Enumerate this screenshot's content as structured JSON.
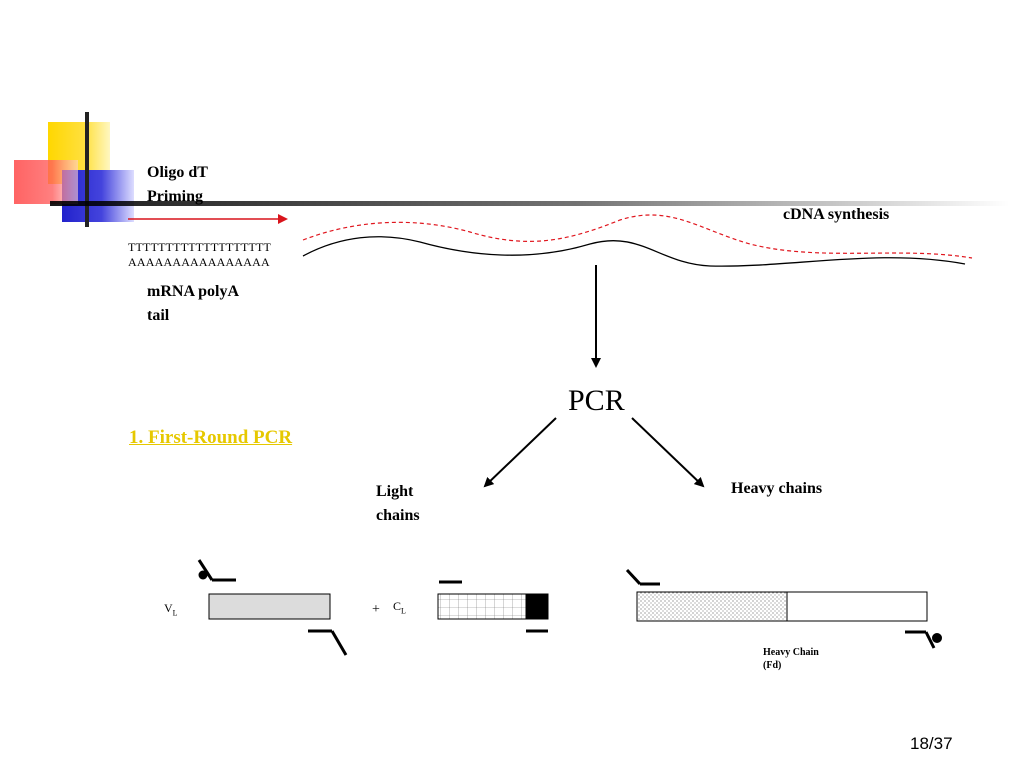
{
  "labels": {
    "oligo_dt": [
      "Oligo dT",
      "Priming"
    ],
    "cdna_synthesis": "cDNA synthesis",
    "poly_t": "TTTTTTTTTTTTTTTTTTT",
    "poly_a": "AAAAAAAAAAAAAAAA",
    "mrna_polya": [
      "mRNA polyA",
      "tail"
    ],
    "pcr": "PCR",
    "first_round": "1. First-Round PCR",
    "light_chains": [
      "Light",
      "chains"
    ],
    "heavy_chains": "Heavy chains",
    "vl": {
      "main": "V",
      "sub": "L"
    },
    "plus": "+",
    "cl": {
      "main": "C",
      "sub": "L"
    },
    "heavy_chain_fd": [
      "Heavy Chain",
      "(Fd)"
    ]
  },
  "page_number": "18/37",
  "colors": {
    "accent_yellow": "#FFD700",
    "accent_blue": "#3333CC",
    "accent_red": "#FF3B3B",
    "primer_arrow": "#D9141C",
    "cdna_dashed": "#E0161E",
    "title_link": "#E6C800",
    "vl_fill": "#DCDCDC"
  }
}
